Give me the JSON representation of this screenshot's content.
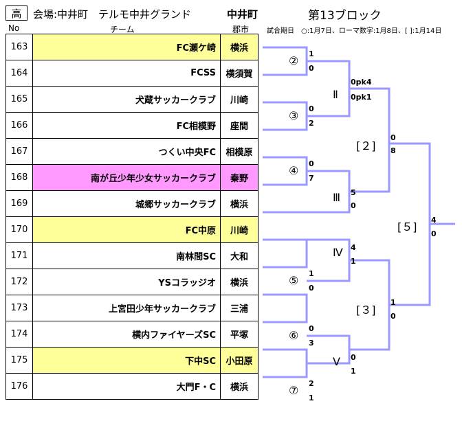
{
  "header": {
    "school_label": "高",
    "venue": "会場:中井町　テルモ中井グランド",
    "venue_city": "中井町",
    "block": "第13ブロック"
  },
  "columns": {
    "no": "No",
    "team": "チーム",
    "city": "郡市"
  },
  "dates_note": "試合期日　○:1月7日、ローマ数字:1月8日、[ ]:1月14日",
  "colors": {
    "highlight_yellow": "#FFFF99",
    "highlight_pink": "#FF99FF",
    "bracket_line": "#9999FF"
  },
  "teams": [
    {
      "no": "163",
      "name": "FC瀬ケ崎",
      "city": "横浜",
      "highlight": "yellow"
    },
    {
      "no": "164",
      "name": "FCSS",
      "city": "横須賀",
      "highlight": ""
    },
    {
      "no": "165",
      "name": "犬蔵サッカークラブ",
      "city": "川崎",
      "highlight": ""
    },
    {
      "no": "166",
      "name": "FC相模野",
      "city": "座間",
      "highlight": ""
    },
    {
      "no": "167",
      "name": "つくい中央FC",
      "city": "相模原",
      "highlight": ""
    },
    {
      "no": "168",
      "name": "南が丘少年少女サッカークラブ",
      "city": "秦野",
      "highlight": "pink"
    },
    {
      "no": "169",
      "name": "城郷サッカークラブ",
      "city": "横浜",
      "highlight": ""
    },
    {
      "no": "170",
      "name": "FC中原",
      "city": "川崎",
      "highlight": "yellow"
    },
    {
      "no": "171",
      "name": "南林間SC",
      "city": "大和",
      "highlight": ""
    },
    {
      "no": "172",
      "name": "YSコラッジオ",
      "city": "横浜",
      "highlight": ""
    },
    {
      "no": "173",
      "name": "上宮田少年サッカークラブ",
      "city": "三浦",
      "highlight": ""
    },
    {
      "no": "174",
      "name": "横内ファイヤーズSC",
      "city": "平塚",
      "highlight": ""
    },
    {
      "no": "175",
      "name": "下中SC",
      "city": "小田原",
      "highlight": "yellow"
    },
    {
      "no": "176",
      "name": "大門F・C",
      "city": "横浜",
      "highlight": ""
    }
  ],
  "matches": {
    "m2": {
      "label": "②",
      "top": "1",
      "bottom": "0"
    },
    "m3": {
      "label": "③",
      "top": "0",
      "bottom": "2"
    },
    "m4": {
      "label": "④",
      "top": "0",
      "bottom": "7"
    },
    "m5": {
      "label": "⑤",
      "top": "1",
      "bottom": "0"
    },
    "m6": {
      "label": "⑥",
      "top": "0",
      "bottom": "3"
    },
    "m7": {
      "label": "⑦",
      "top": "2",
      "bottom": "1"
    },
    "mII": {
      "label": "Ⅱ",
      "top": "0pk4",
      "bottom": "0pk1"
    },
    "mIII": {
      "label": "Ⅲ",
      "top": "5",
      "bottom": "0"
    },
    "mIV": {
      "label": "Ⅳ",
      "top": "4",
      "bottom": "1"
    },
    "mV": {
      "label": "Ⅴ",
      "top": "0",
      "bottom": "1"
    },
    "b2": {
      "label": "[２]",
      "top": "0",
      "bottom": "8"
    },
    "b3": {
      "label": "[３]",
      "top": "1",
      "bottom": "0"
    },
    "b5": {
      "label": "[５]",
      "top": "4",
      "bottom": "0"
    }
  }
}
